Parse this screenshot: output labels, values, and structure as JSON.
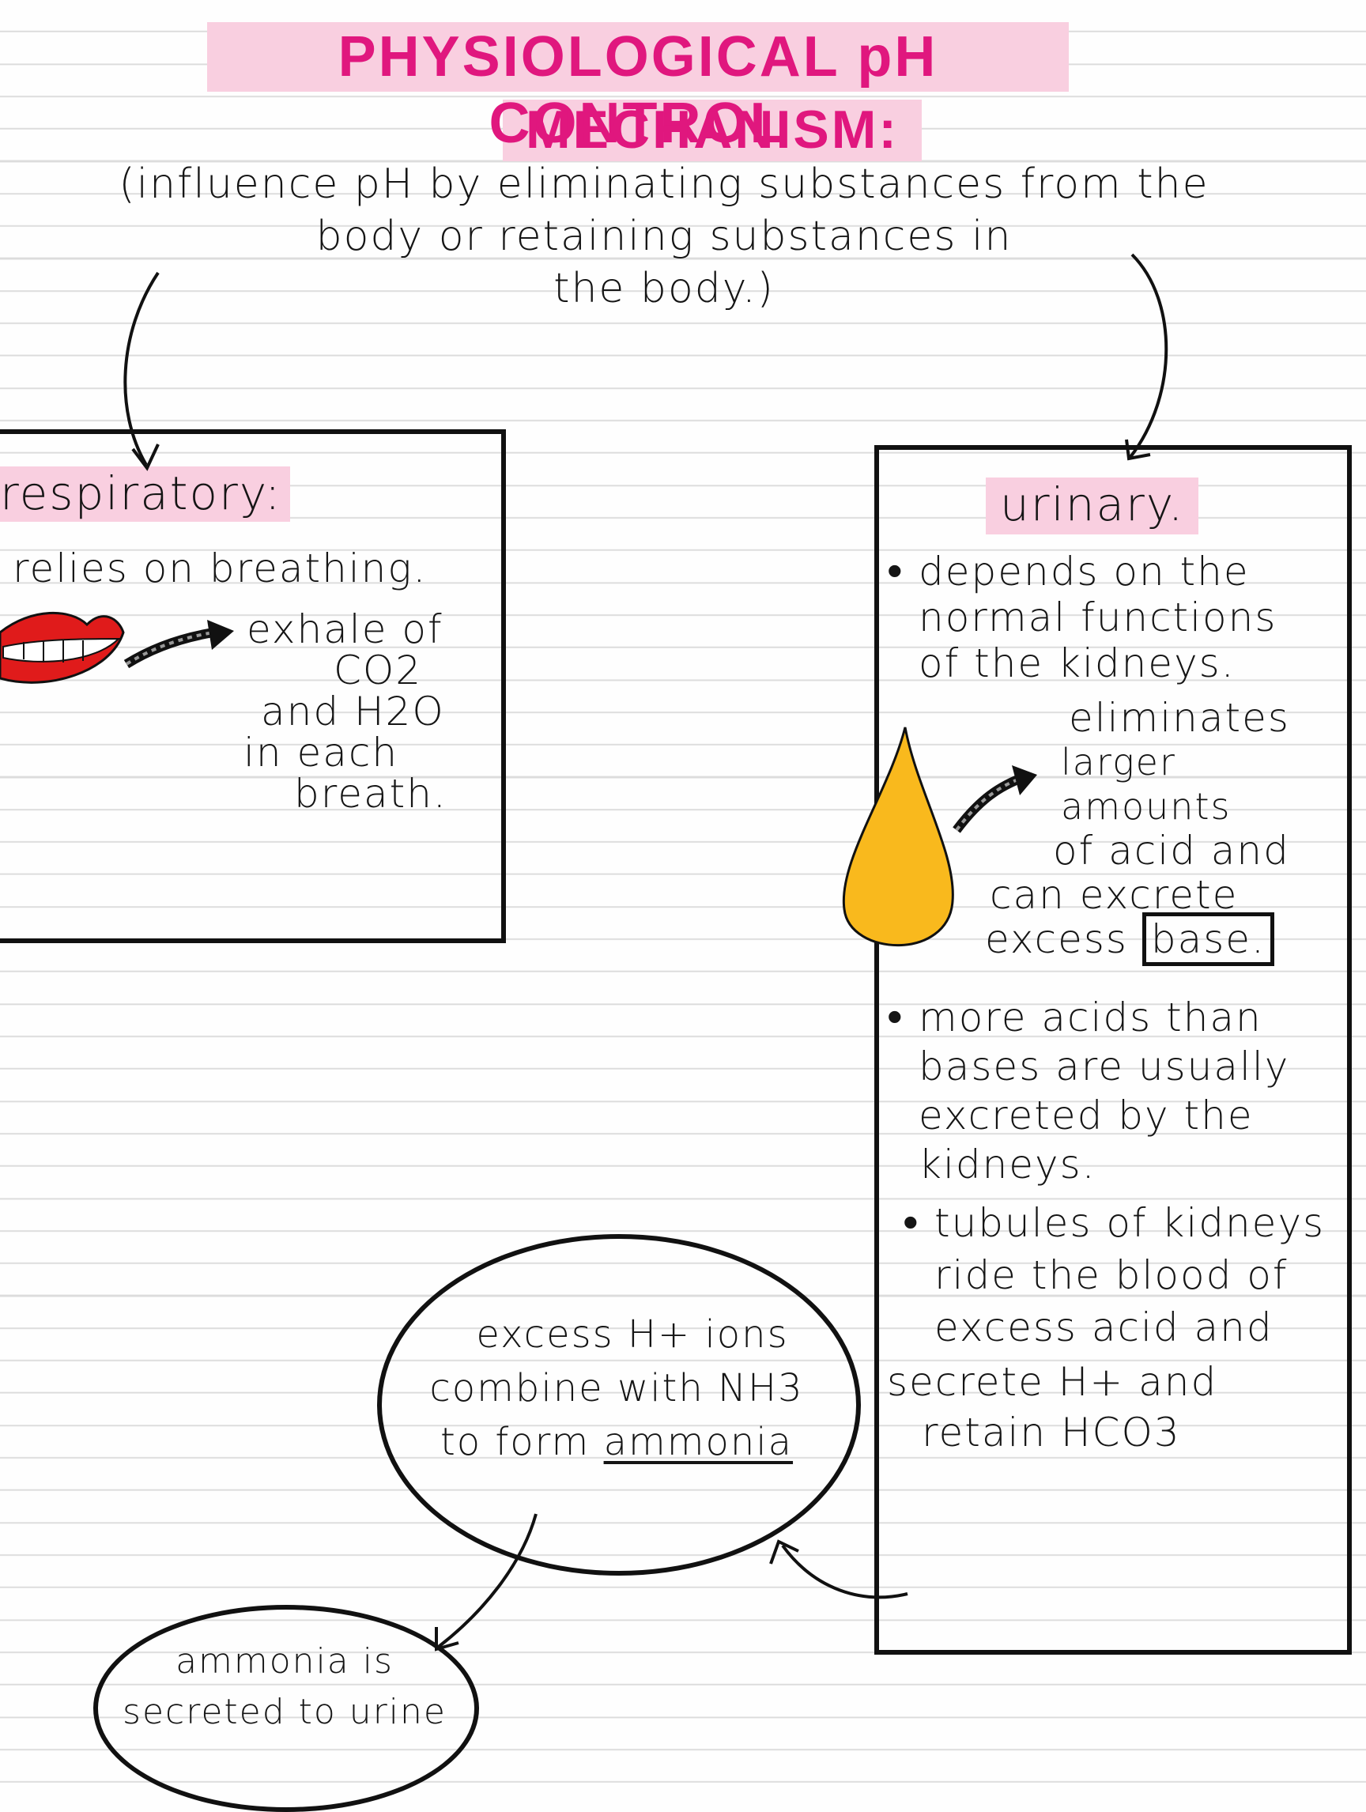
{
  "title": {
    "line1": "PHYSIOLOGICAL pH CONTROL",
    "line2": "MECHANISM:"
  },
  "intro": {
    "line1": "(influence pH by eliminating substances from the",
    "line2": "body or retaining substances in",
    "line3": "the body.)"
  },
  "respiratory": {
    "heading": "respiratory:",
    "subtitle": "relies on breathing.",
    "exhale": [
      "exhale of",
      "CO2",
      "and H2O",
      "in each",
      "breath."
    ]
  },
  "urinary": {
    "heading": "urinary.",
    "point1": "depends on the normal functions of the kidneys.",
    "eliminates": [
      "eliminates",
      "larger amounts",
      "of acid and",
      "can excrete"
    ],
    "excess_prefix": "excess",
    "excess_boxed": "base.",
    "point2": "more acids than bases are usually excreted by the kidneys.",
    "point3": "tubules of kidneys ride the blood of excess acid and",
    "secrete": [
      "secrete H+ and",
      "retain HCO3"
    ]
  },
  "ammonia_bubble": {
    "line1": "excess H+ ions",
    "line2": "combine with NH3",
    "line3_prefix": "to form",
    "line3_underlined": "ammonia"
  },
  "urine_bubble": {
    "line1": "ammonia is",
    "line2": "secreted to urine"
  },
  "colors": {
    "title_pink": "#e0177e",
    "highlight_pink": "#f9cfe0",
    "lips_red": "#e01b1b",
    "drop_yellow": "#f9b91d"
  }
}
